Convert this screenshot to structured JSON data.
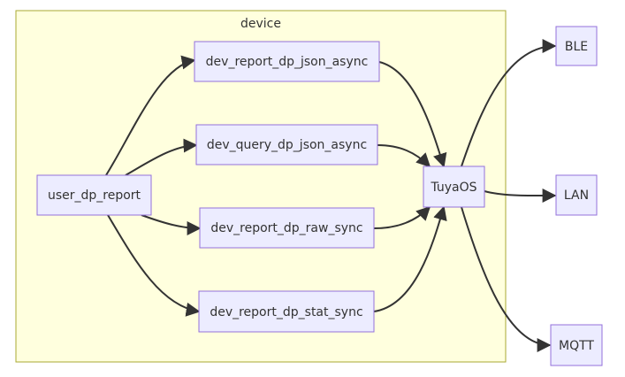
{
  "subgraph": {
    "label": "device"
  },
  "nodes": {
    "user_dp_report": "user_dp_report",
    "dev_report_dp_json_async": "dev_report_dp_json_async",
    "dev_query_dp_json_async": "dev_query_dp_json_async",
    "dev_report_dp_raw_sync": "dev_report_dp_raw_sync",
    "dev_report_dp_stat_sync": "dev_report_dp_stat_sync",
    "tuyaos": "TuyaOS",
    "ble": "BLE",
    "lan": "LAN",
    "mqtt": "MQTT"
  },
  "edges": [
    {
      "from": "user_dp_report",
      "to": "dev_report_dp_json_async"
    },
    {
      "from": "user_dp_report",
      "to": "dev_query_dp_json_async"
    },
    {
      "from": "user_dp_report",
      "to": "dev_report_dp_raw_sync"
    },
    {
      "from": "user_dp_report",
      "to": "dev_report_dp_stat_sync"
    },
    {
      "from": "dev_report_dp_json_async",
      "to": "TuyaOS"
    },
    {
      "from": "dev_query_dp_json_async",
      "to": "TuyaOS"
    },
    {
      "from": "dev_report_dp_raw_sync",
      "to": "TuyaOS"
    },
    {
      "from": "dev_report_dp_stat_sync",
      "to": "TuyaOS"
    },
    {
      "from": "TuyaOS",
      "to": "BLE"
    },
    {
      "from": "TuyaOS",
      "to": "LAN"
    },
    {
      "from": "TuyaOS",
      "to": "MQTT"
    }
  ],
  "colors": {
    "cluster_fill": "#ffffde",
    "cluster_stroke": "#aaaa33",
    "node_fill": "#ececff",
    "node_stroke": "#9370db",
    "edge": "#333333"
  }
}
